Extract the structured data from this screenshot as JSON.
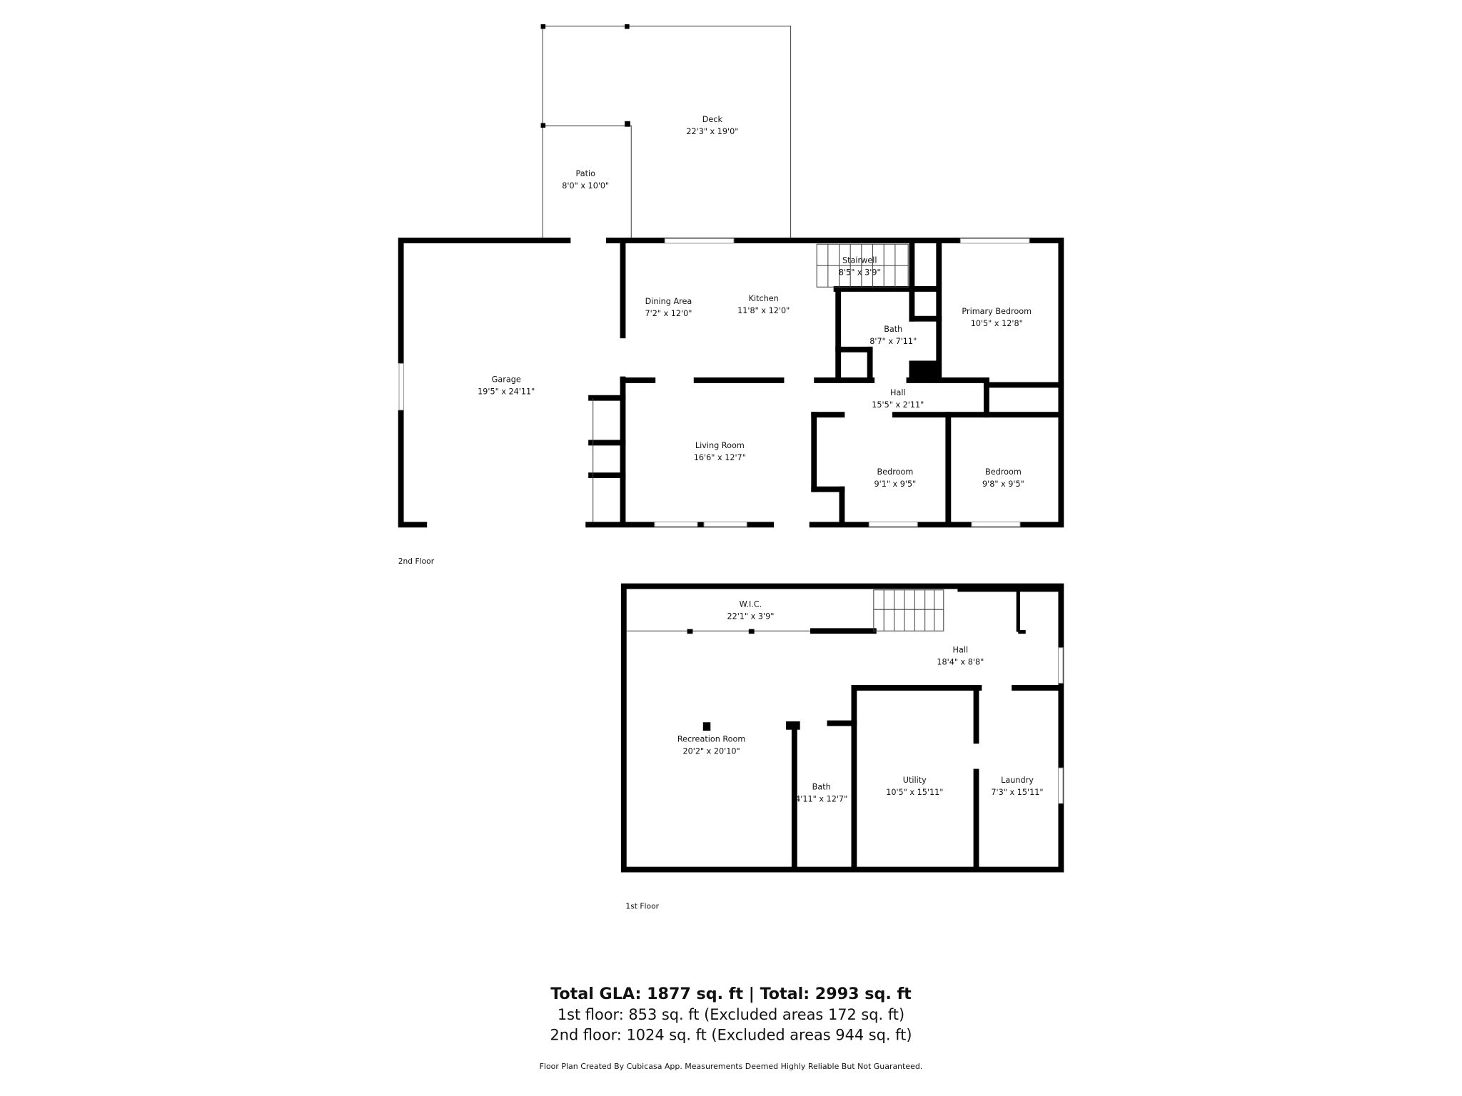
{
  "second_floor": {
    "label": "2nd Floor",
    "rooms": {
      "deck": {
        "name": "Deck",
        "dims": "22'3\" x 19'0\""
      },
      "patio": {
        "name": "Patio",
        "dims": "8'0\" x 10'0\""
      },
      "garage": {
        "name": "Garage",
        "dims": "19'5\" x 24'11\""
      },
      "dining": {
        "name": "Dining Area",
        "dims": "7'2\" x 12'0\""
      },
      "kitchen": {
        "name": "Kitchen",
        "dims": "11'8\" x 12'0\""
      },
      "stairwell": {
        "name": "Stairwell",
        "dims": "8'5\" x 3'9\""
      },
      "bath": {
        "name": "Bath",
        "dims": "8'7\" x 7'11\""
      },
      "primary": {
        "name": "Primary Bedroom",
        "dims": "10'5\" x 12'8\""
      },
      "hall": {
        "name": "Hall",
        "dims": "15'5\" x 2'11\""
      },
      "living": {
        "name": "Living Room",
        "dims": "16'6\" x 12'7\""
      },
      "bedroom1": {
        "name": "Bedroom",
        "dims": "9'1\" x 9'5\""
      },
      "bedroom2": {
        "name": "Bedroom",
        "dims": "9'8\" x 9'5\""
      }
    }
  },
  "first_floor": {
    "label": "1st Floor",
    "rooms": {
      "wic": {
        "name": "W.I.C.",
        "dims": "22'1\" x 3'9\""
      },
      "hall": {
        "name": "Hall",
        "dims": "18'4\" x 8'8\""
      },
      "recreation": {
        "name": "Recreation Room",
        "dims": "20'2\" x 20'10\""
      },
      "bath": {
        "name": "Bath",
        "dims": "4'11\" x 12'7\""
      },
      "utility": {
        "name": "Utility",
        "dims": "10'5\" x 15'11\""
      },
      "laundry": {
        "name": "Laundry",
        "dims": "7'3\" x 15'11\""
      }
    }
  },
  "summary": {
    "total": "Total GLA: 1877 sq. ft | Total: 2993 sq. ft",
    "first": "1st floor: 853 sq. ft (Excluded areas 172 sq. ft)",
    "second": "2nd floor: 1024 sq. ft (Excluded areas 944 sq. ft)",
    "disclaimer": "Floor Plan Created By Cubicasa App. Measurements Deemed Highly Reliable But Not Guaranteed."
  }
}
